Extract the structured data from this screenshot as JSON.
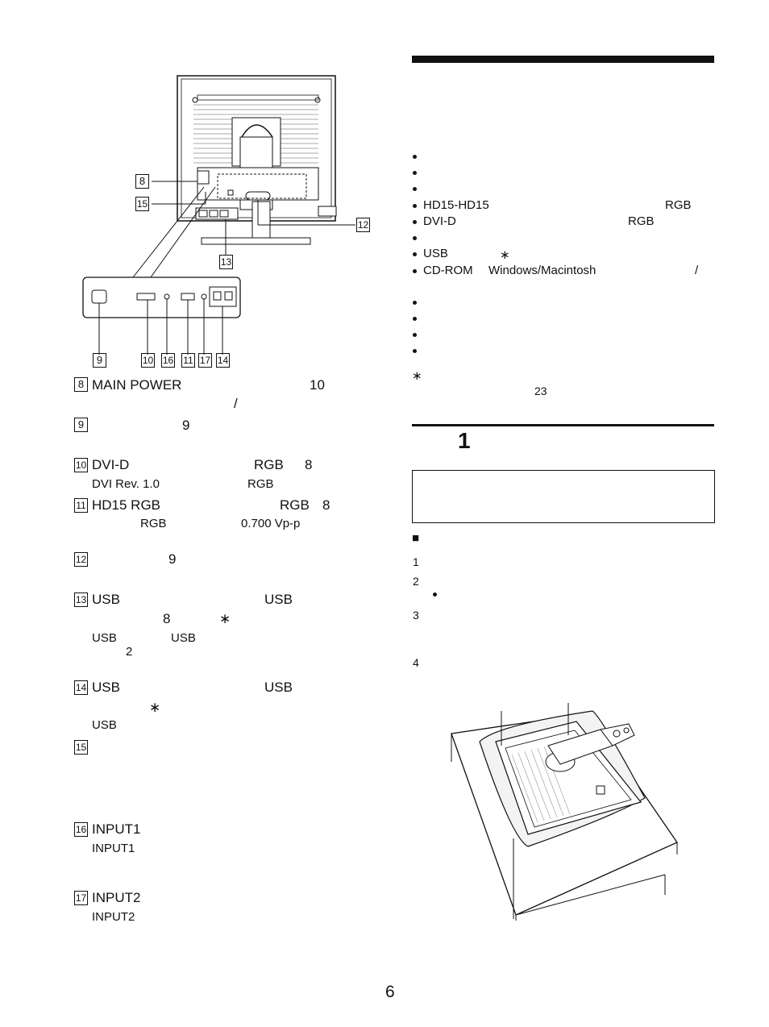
{
  "left_callouts": {
    "c8": "8",
    "c15": "15",
    "c12": "12",
    "c13": "13",
    "c9": "9",
    "c10": "10",
    "c16": "16",
    "c11": "11",
    "c17": "17",
    "c14": "14"
  },
  "left_items": [
    {
      "num": "8",
      "line1": "MAIN POWER",
      "r1": "10",
      "line2": "/"
    },
    {
      "num": "9",
      "r1": "9"
    },
    {
      "num": "10",
      "line1": "DVI-D",
      "r1": "RGB",
      "r2": "8",
      "sub1": "DVI Rev. 1.0",
      "sub2": "RGB"
    },
    {
      "num": "11",
      "line1": "HD15  RGB",
      "r1": "RGB",
      "r2": "8",
      "sub1": "RGB",
      "sub2": "0.700 Vp-p"
    },
    {
      "num": "12",
      "r1": "9"
    },
    {
      "num": "13",
      "line1": "USB",
      "r1": "USB",
      "l2a": "8",
      "l2b": "∗",
      "sub1": "USB",
      "sub2": "USB",
      "sub3": "2"
    },
    {
      "num": "14",
      "line1": "USB",
      "r1": "USB",
      "l2a": "∗",
      "sub1": "USB"
    },
    {
      "num": "15"
    },
    {
      "num": "16",
      "line1": "INPUT1",
      "sub1": "INPUT1"
    },
    {
      "num": "17",
      "line1": "INPUT2",
      "sub1": "INPUT2"
    }
  ],
  "right_bullets": [
    {
      "a": ""
    },
    {
      "a": ""
    },
    {
      "a": ""
    },
    {
      "a": "HD15-HD15",
      "b": "RGB"
    },
    {
      "a": "DVI-D",
      "b": "RGB"
    },
    {
      "a": ""
    },
    {
      "a": "USB",
      "b": "∗"
    },
    {
      "a": "CD-ROM",
      "b": "Windows/Macintosh",
      "c": "/"
    }
  ],
  "right_bullets2": [
    {
      "a": ""
    },
    {
      "a": ""
    },
    {
      "a": ""
    },
    {
      "a": ""
    }
  ],
  "note": {
    "mark": "∗",
    "ref": "23"
  },
  "step_heading": "1",
  "square_mark": "■",
  "steps": [
    {
      "n": "1"
    },
    {
      "n": "2"
    },
    {
      "n": "3"
    },
    {
      "n": "4"
    }
  ],
  "page_number": "6"
}
